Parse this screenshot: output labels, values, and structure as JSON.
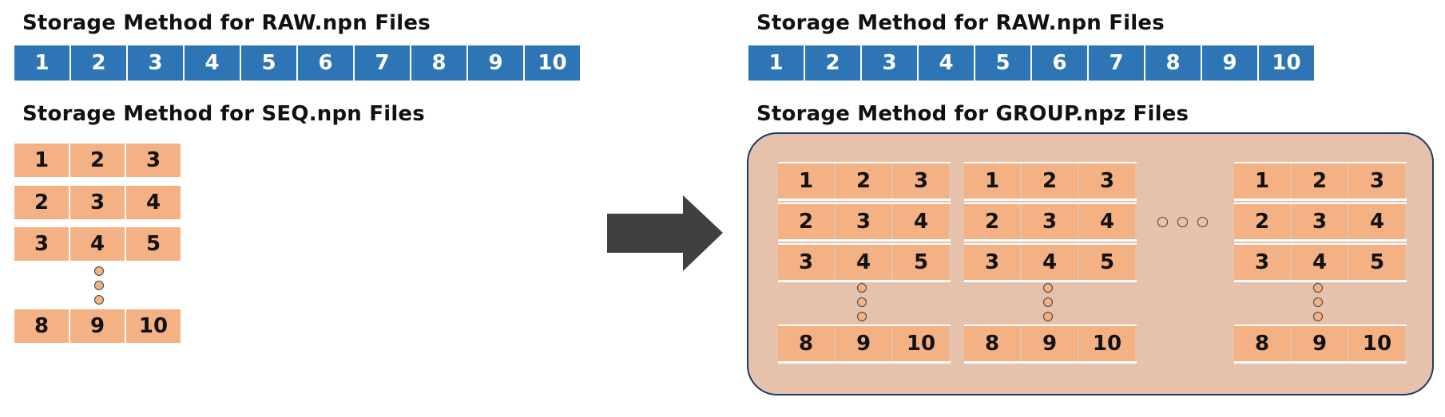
{
  "titles": {
    "raw_left": "Storage Method for RAW.npn Files",
    "seq": "Storage Method for SEQ.npn Files",
    "raw_right": "Storage Method for RAW.npn Files",
    "group": "Storage Method for GROUP.npz Files"
  },
  "raw_cells": [
    "1",
    "2",
    "3",
    "4",
    "5",
    "6",
    "7",
    "8",
    "9",
    "10"
  ],
  "seq_rows": [
    [
      "1",
      "2",
      "3"
    ],
    [
      "2",
      "3",
      "4"
    ],
    [
      "3",
      "4",
      "5"
    ],
    [
      "8",
      "9",
      "10"
    ]
  ],
  "group_blocks": [
    {
      "rows": [
        [
          "1",
          "2",
          "3"
        ],
        [
          "2",
          "3",
          "4"
        ],
        [
          "3",
          "4",
          "5"
        ],
        [
          "8",
          "9",
          "10"
        ]
      ]
    },
    {
      "rows": [
        [
          "1",
          "2",
          "3"
        ],
        [
          "2",
          "3",
          "4"
        ],
        [
          "3",
          "4",
          "5"
        ],
        [
          "8",
          "9",
          "10"
        ]
      ]
    },
    {
      "rows": [
        [
          "1",
          "2",
          "3"
        ],
        [
          "2",
          "3",
          "4"
        ],
        [
          "3",
          "4",
          "5"
        ],
        [
          "8",
          "9",
          "10"
        ]
      ]
    }
  ],
  "colors": {
    "raw_blue": "#2e75b6",
    "seq_orange": "#f4b183",
    "group_panel": "#e6c2ad",
    "arrow": "#404040"
  },
  "icons": {
    "arrow": "right-arrow-icon",
    "vertical_ellipsis": "vertical-ellipsis-dots-icon",
    "horizontal_ellipsis": "horizontal-ellipsis-dots-icon"
  }
}
